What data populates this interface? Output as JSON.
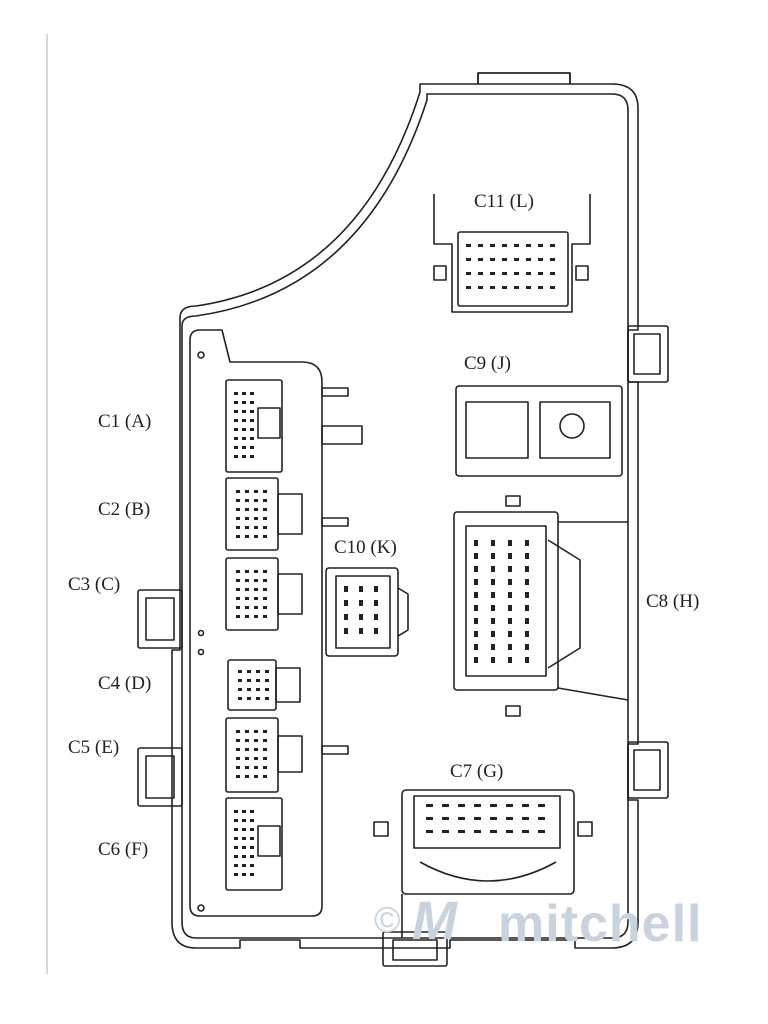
{
  "labels": {
    "c1": "C1 (A)",
    "c2": "C2 (B)",
    "c3": "C3 (C)",
    "c4": "C4 (D)",
    "c5": "C5 (E)",
    "c6": "C6 (F)",
    "c7": "C7 (G)",
    "c8": "C8 (H)",
    "c9": "C9 (J)",
    "c10": "C10 (K)",
    "c11": "C11 (L)"
  },
  "watermark": {
    "symbol": "©",
    "text": "mitchell"
  },
  "colors": {
    "line": "#222222",
    "watermark": "#c9d3de",
    "background": "#ffffff"
  }
}
